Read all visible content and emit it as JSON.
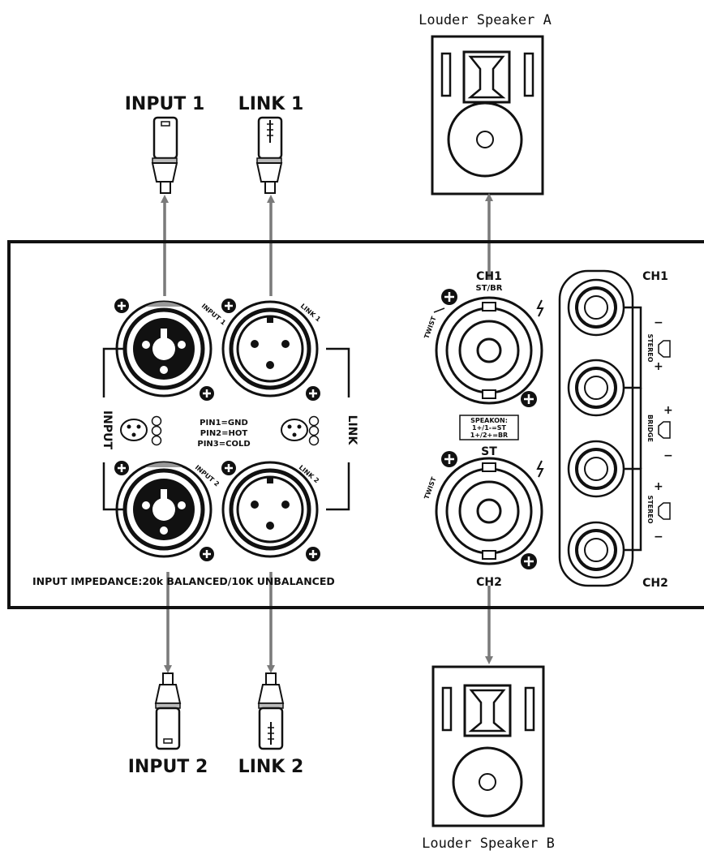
{
  "speakers": {
    "a_label": "Louder Speaker A",
    "b_label": "Louder Speaker B"
  },
  "plugs": {
    "input1": "INPUT 1",
    "link1": "LINK 1",
    "input2": "INPUT 2",
    "link2": "LINK 2"
  },
  "panel": {
    "input_side": "INPUT",
    "link_side": "LINK",
    "jack_input1": "INPUT 1",
    "jack_link1": "LINK 1",
    "jack_input2": "INPUT 2",
    "jack_link2": "LINK 2",
    "pin1": "PIN1=GND",
    "pin2": "PIN2=HOT",
    "pin3": "PIN3=COLD",
    "impedance": "INPUT IMPEDANCE:20k  BALANCED/10K UNBALANCED",
    "speakon_ch1": "CH1",
    "speakon_ch1_mode": "ST/BR",
    "speakon_st": "ST",
    "speakon_ch2": "CH2",
    "twist": "TWIST",
    "speakon_legend_title": "SPEAKON:",
    "speakon_legend_1": "1+/1-=ST",
    "speakon_legend_2": "1+/2+=BR",
    "post_ch1": "CH1",
    "post_ch2": "CH2",
    "stereo": "STEREO",
    "bridge": "BRIDGE",
    "minus": "−",
    "plus": "+"
  },
  "colors": {
    "line": "#111111",
    "arrow": "#7a7a7a",
    "background": "#ffffff"
  }
}
